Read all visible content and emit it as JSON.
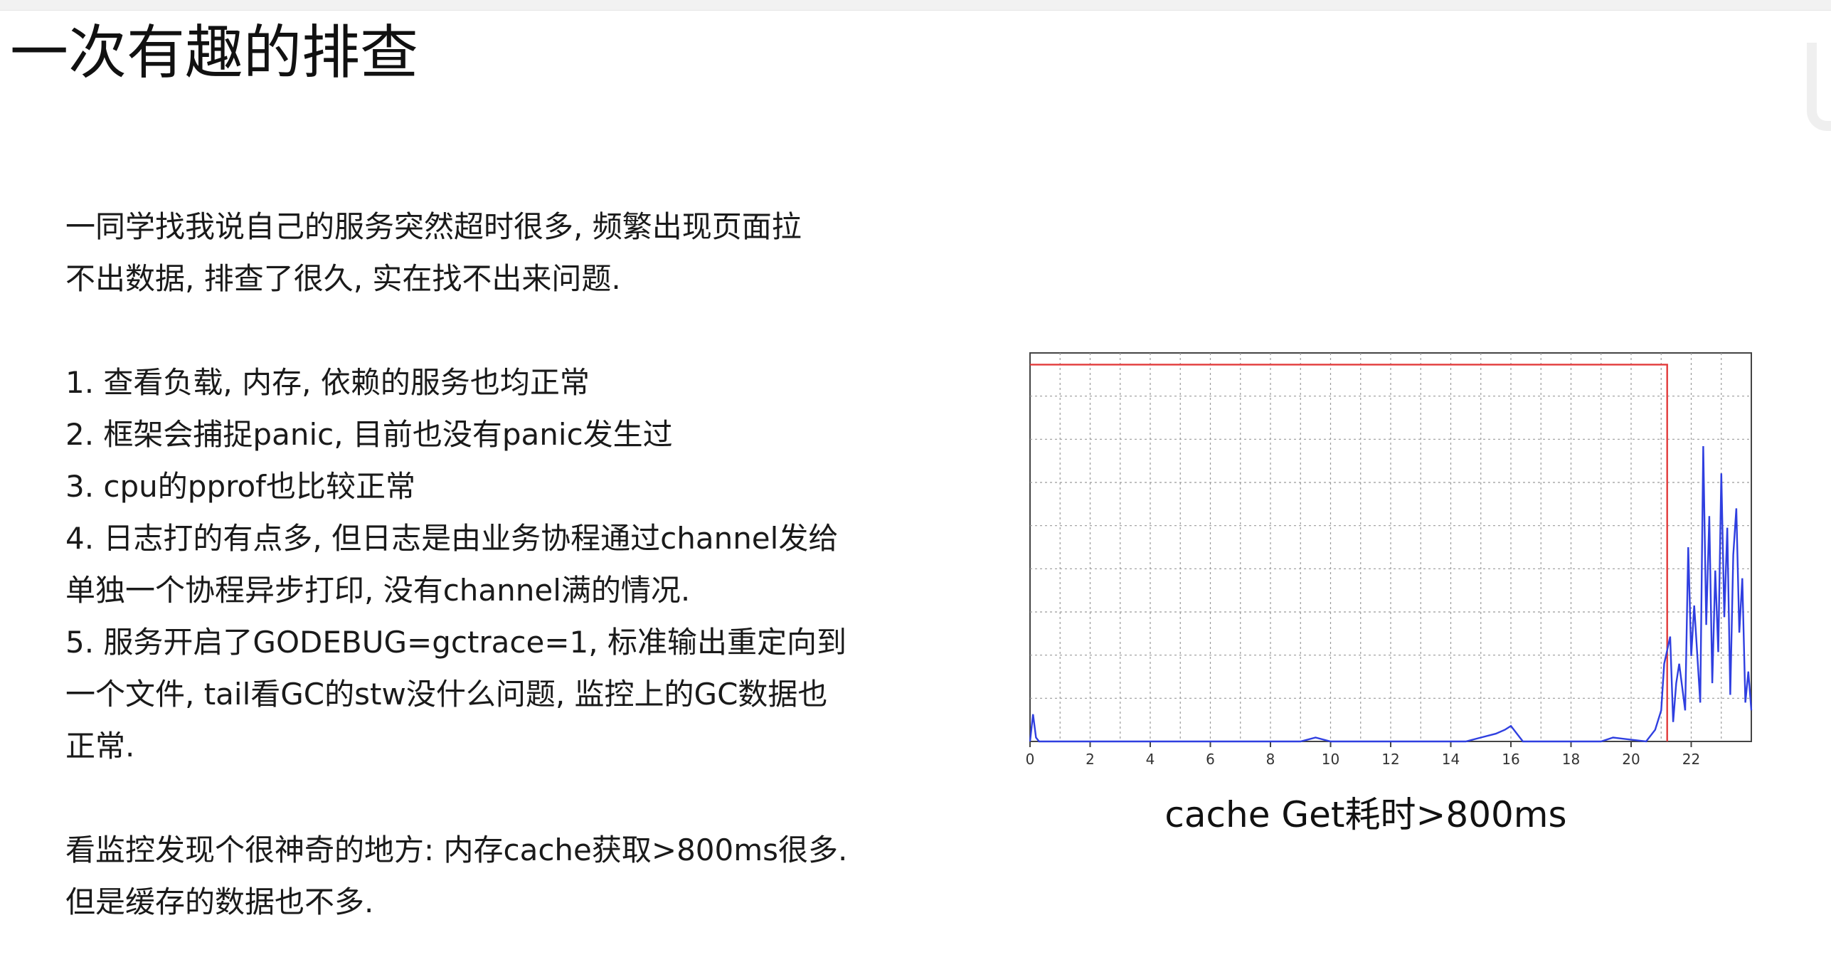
{
  "slide": {
    "title": "一次有趣的排查",
    "intro_lines": [
      "一同学找我说自己的服务突然超时很多, 频繁出现页面拉",
      "不出数据, 排查了很久, 实在找不出来问题."
    ],
    "checks": [
      "1. 查看负载, 内存, 依赖的服务也均正常",
      "2. 框架会捕捉panic, 目前也没有panic发生过",
      "3. cpu的pprof也比较正常",
      "4. 日志打的有点多, 但日志是由业务协程通过channel发给",
      "单独一个协程异步打印, 没有channel满的情况.",
      "5. 服务开启了GODEBUG=gctrace=1, 标准输出重定向到",
      "一个文件, tail看GC的stw没什么问题, 监控上的GC数据也",
      "正常."
    ],
    "finding_lines": [
      "看监控发现个很神奇的地方: 内存cache获取>800ms很多.",
      "但是缓存的数据也不多."
    ],
    "caption": "cache Get耗时>800ms"
  },
  "colors": {
    "threshold_line": "#e23a3a",
    "series": "#2f3fe0",
    "grid": "#9a9a9a",
    "axis": "#444444"
  },
  "chart_data": {
    "type": "line",
    "title": "",
    "xlabel": "",
    "ylabel": "",
    "xlim": [
      0,
      24
    ],
    "ylim": [
      0,
      100
    ],
    "x_ticks": [
      "0",
      "2",
      "4",
      "6",
      "8",
      "10",
      "12",
      "14",
      "16",
      "18",
      "20",
      "22"
    ],
    "grid": true,
    "series": [
      {
        "color": "#e23a3a",
        "x": [
          0,
          21.2,
          21.2
        ],
        "y": [
          97,
          97,
          0
        ]
      },
      {
        "color": "#2f3fe0",
        "x": [
          0,
          0.1,
          0.2,
          0.3,
          9,
          9.5,
          10,
          12,
          14.5,
          15,
          15.5,
          15.8,
          16,
          16.4,
          19,
          19.4,
          20.5,
          20.8,
          21.0,
          21.1,
          21.3,
          21.4,
          21.5,
          21.6,
          21.8,
          21.9,
          22.0,
          22.1,
          22.3,
          22.4,
          22.5,
          22.6,
          22.7,
          22.8,
          22.9,
          23.0,
          23.1,
          23.2,
          23.3,
          23.4,
          23.5,
          23.6,
          23.7,
          23.8,
          23.9,
          24.0
        ],
        "y": [
          0,
          7,
          1,
          0,
          0,
          1,
          0,
          0,
          0,
          1,
          2,
          3,
          4,
          0,
          0,
          1,
          0,
          3,
          8,
          20,
          27,
          5,
          15,
          20,
          8,
          50,
          22,
          35,
          10,
          76,
          30,
          58,
          15,
          44,
          23,
          69,
          32,
          55,
          12,
          48,
          60,
          28,
          42,
          10,
          18,
          8
        ]
      }
    ]
  }
}
